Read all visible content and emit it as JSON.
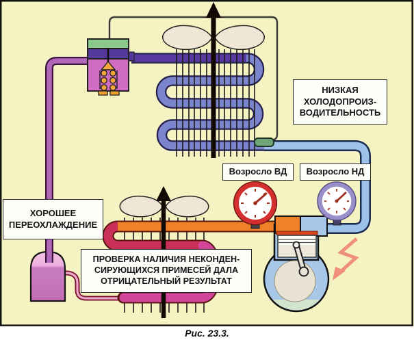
{
  "figure": {
    "caption": "Рис. 23.3.",
    "labels": {
      "low_capacity": "НИЗКАЯ\nХОЛОДОПРОИЗ-\nВОДИТЕЛЬНОСТЬ",
      "hp_increased": "Возросло ВД",
      "lp_increased": "Возросло НД",
      "good_subcooling": "ХОРОШЕЕ\nПЕРЕОХЛАЖДЕНИЕ",
      "impurities_check": "ПРОВЕРКА НАЛИЧИЯ НЕКОНДЕН-\nСИРУЮЩИХСЯ ПРИМЕСЕЙ ДАЛА\nОТРИЦАТЕЛЬНЫЙ РЕЗУЛЬТАТ"
    },
    "components": [
      {
        "name": "expansion-valve-icon",
        "color": "#d06cc2"
      },
      {
        "name": "evaporator-coil-icon",
        "color": "#7b85cd"
      },
      {
        "name": "evaporator-fan-icon",
        "color": "#efe6d6"
      },
      {
        "name": "airflow-arrow-icon",
        "color": "#120a02"
      },
      {
        "name": "sensing-bulb-icon",
        "color": "#6fa578"
      },
      {
        "name": "suction-line-icon",
        "color": "#9cc2ea"
      },
      {
        "name": "hp-gauge-icon",
        "color": "#d42f2f"
      },
      {
        "name": "lp-gauge-icon",
        "color": "#998fca"
      },
      {
        "name": "compressor-icon",
        "color": "#a8c8ea"
      },
      {
        "name": "discharge-line-icon",
        "color": "#ef8229"
      },
      {
        "name": "condenser-coil-icon",
        "color": "#c83058"
      },
      {
        "name": "condenser-fan-icon",
        "color": "#efe6d6"
      },
      {
        "name": "liquid-receiver-icon",
        "color": "#c678be"
      },
      {
        "name": "liquid-line-icon",
        "color": "#b268b8"
      },
      {
        "name": "fault-arrow-icon",
        "color": "#f0907c"
      }
    ],
    "colors": {
      "background": "#f5f3c2",
      "border": "#111111",
      "gauge_needle": "#a03020"
    }
  }
}
